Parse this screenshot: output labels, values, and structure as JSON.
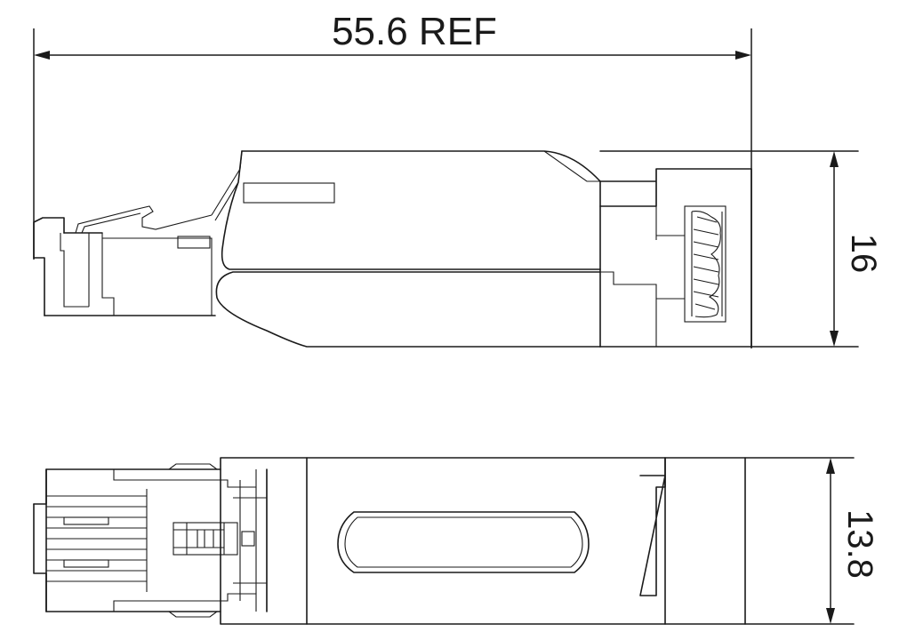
{
  "dimensions": {
    "overall_length": "55.6 REF",
    "height": "16",
    "width": "13.8"
  },
  "colors": {
    "line": "#1a1a1a",
    "background": "#ffffff"
  }
}
